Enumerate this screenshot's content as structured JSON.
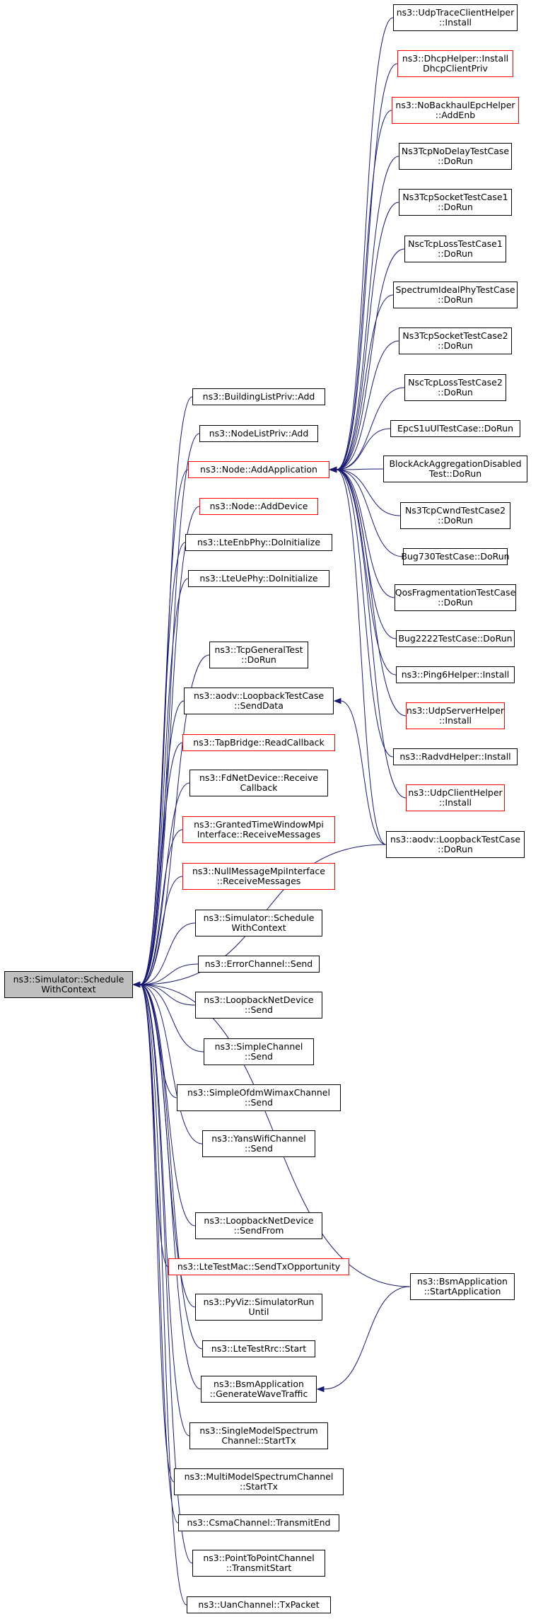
{
  "root": {
    "id": "root",
    "lines": [
      "ns3::Simulator::Schedule",
      "WithContext"
    ],
    "style": "root"
  },
  "callers": [
    {
      "id": "n01",
      "lines": [
        "ns3::BuildingListPriv::Add"
      ],
      "style": "normal"
    },
    {
      "id": "n02",
      "lines": [
        "ns3::NodeListPriv::Add"
      ],
      "style": "normal"
    },
    {
      "id": "n03",
      "lines": [
        "ns3::Node::AddApplication"
      ],
      "style": "red"
    },
    {
      "id": "n04",
      "lines": [
        "ns3::Node::AddDevice"
      ],
      "style": "red"
    },
    {
      "id": "n05",
      "lines": [
        "ns3::LteEnbPhy::DoInitialize"
      ],
      "style": "normal"
    },
    {
      "id": "n06",
      "lines": [
        "ns3::LteUePhy::DoInitialize"
      ],
      "style": "normal"
    },
    {
      "id": "n07",
      "lines": [
        "ns3::TcpGeneralTest",
        "::DoRun"
      ],
      "style": "normal"
    },
    {
      "id": "n08",
      "lines": [
        "ns3::aodv::LoopbackTestCase",
        "::SendData"
      ],
      "style": "normal"
    },
    {
      "id": "n09",
      "lines": [
        "ns3::TapBridge::ReadCallback"
      ],
      "style": "red"
    },
    {
      "id": "n10",
      "lines": [
        "ns3::FdNetDevice::Receive",
        "Callback"
      ],
      "style": "normal"
    },
    {
      "id": "n11",
      "lines": [
        "ns3::GrantedTimeWindowMpi",
        "Interface::ReceiveMessages"
      ],
      "style": "red"
    },
    {
      "id": "n12",
      "lines": [
        "ns3::NullMessageMpiInterface",
        "::ReceiveMessages"
      ],
      "style": "red"
    },
    {
      "id": "n13",
      "lines": [
        "ns3::Simulator::Schedule",
        "WithContext"
      ],
      "style": "normal"
    },
    {
      "id": "n14",
      "lines": [
        "ns3::ErrorChannel::Send"
      ],
      "style": "normal"
    },
    {
      "id": "n15",
      "lines": [
        "ns3::LoopbackNetDevice",
        "::Send"
      ],
      "style": "normal"
    },
    {
      "id": "n16",
      "lines": [
        "ns3::SimpleChannel",
        "::Send"
      ],
      "style": "normal"
    },
    {
      "id": "n17",
      "lines": [
        "ns3::SimpleOfdmWimaxChannel",
        "::Send"
      ],
      "style": "normal"
    },
    {
      "id": "n18",
      "lines": [
        "ns3::YansWifiChannel",
        "::Send"
      ],
      "style": "normal"
    },
    {
      "id": "n19",
      "lines": [
        "ns3::LoopbackNetDevice",
        "::SendFrom"
      ],
      "style": "normal"
    },
    {
      "id": "n20",
      "lines": [
        "ns3::LteTestMac::SendTxOpportunity"
      ],
      "style": "red"
    },
    {
      "id": "n21",
      "lines": [
        "ns3::PyViz::SimulatorRun",
        "Until"
      ],
      "style": "normal"
    },
    {
      "id": "n22",
      "lines": [
        "ns3::LteTestRrc::Start"
      ],
      "style": "normal"
    },
    {
      "id": "n23",
      "lines": [
        "ns3::BsmApplication",
        "::GenerateWaveTraffic"
      ],
      "style": "normal"
    },
    {
      "id": "n24",
      "lines": [
        "ns3::SingleModelSpectrum",
        "Channel::StartTx"
      ],
      "style": "normal"
    },
    {
      "id": "n25",
      "lines": [
        "ns3::MultiModelSpectrumChannel",
        "::StartTx"
      ],
      "style": "normal"
    },
    {
      "id": "n26",
      "lines": [
        "ns3::CsmaChannel::TransmitEnd"
      ],
      "style": "normal"
    },
    {
      "id": "n27",
      "lines": [
        "ns3::PointToPointChannel",
        "::TransmitStart"
      ],
      "style": "normal"
    },
    {
      "id": "n28",
      "lines": [
        "ns3::UanChannel::TxPacket"
      ],
      "style": "normal"
    }
  ],
  "app_callers": [
    {
      "id": "a01",
      "lines": [
        "ns3::UdpTraceClientHelper",
        "::Install"
      ],
      "style": "normal"
    },
    {
      "id": "a02",
      "lines": [
        "ns3::DhcpHelper::Install",
        "DhcpClientPriv"
      ],
      "style": "red"
    },
    {
      "id": "a03",
      "lines": [
        "ns3::NoBackhaulEpcHelper",
        "::AddEnb"
      ],
      "style": "red"
    },
    {
      "id": "a04",
      "lines": [
        "Ns3TcpNoDelayTestCase",
        "::DoRun"
      ],
      "style": "normal"
    },
    {
      "id": "a05",
      "lines": [
        "Ns3TcpSocketTestCase1",
        "::DoRun"
      ],
      "style": "normal"
    },
    {
      "id": "a06",
      "lines": [
        "NscTcpLossTestCase1",
        "::DoRun"
      ],
      "style": "normal"
    },
    {
      "id": "a07",
      "lines": [
        "SpectrumIdealPhyTestCase",
        "::DoRun"
      ],
      "style": "normal"
    },
    {
      "id": "a08",
      "lines": [
        "Ns3TcpSocketTestCase2",
        "::DoRun"
      ],
      "style": "normal"
    },
    {
      "id": "a09",
      "lines": [
        "NscTcpLossTestCase2",
        "::DoRun"
      ],
      "style": "normal"
    },
    {
      "id": "a10",
      "lines": [
        "EpcS1uUlTestCase::DoRun"
      ],
      "style": "normal"
    },
    {
      "id": "a11",
      "lines": [
        "BlockAckAggregationDisabled",
        "Test::DoRun"
      ],
      "style": "normal"
    },
    {
      "id": "a12",
      "lines": [
        "Ns3TcpCwndTestCase2",
        "::DoRun"
      ],
      "style": "normal"
    },
    {
      "id": "a13",
      "lines": [
        "Bug730TestCase::DoRun"
      ],
      "style": "normal"
    },
    {
      "id": "a14",
      "lines": [
        "QosFragmentationTestCase",
        "::DoRun"
      ],
      "style": "normal"
    },
    {
      "id": "a15",
      "lines": [
        "Bug2222TestCase::DoRun"
      ],
      "style": "normal"
    },
    {
      "id": "a16",
      "lines": [
        "ns3::Ping6Helper::Install"
      ],
      "style": "normal"
    },
    {
      "id": "a17",
      "lines": [
        "ns3::UdpServerHelper",
        "::Install"
      ],
      "style": "red"
    },
    {
      "id": "a18",
      "lines": [
        "ns3::RadvdHelper::Install"
      ],
      "style": "normal"
    },
    {
      "id": "a19",
      "lines": [
        "ns3::UdpClientHelper",
        "::Install"
      ],
      "style": "red"
    },
    {
      "id": "a20",
      "lines": [
        "ns3::aodv::LoopbackTestCase",
        "::DoRun"
      ],
      "style": "normal"
    }
  ],
  "other_callers": [
    {
      "id": "b01",
      "lines": [
        "ns3::BsmApplication",
        "::StartApplication"
      ],
      "style": "normal"
    }
  ],
  "edges": [
    [
      "n01",
      "root"
    ],
    [
      "n02",
      "root"
    ],
    [
      "n03",
      "root"
    ],
    [
      "n04",
      "root"
    ],
    [
      "n05",
      "root"
    ],
    [
      "n06",
      "root"
    ],
    [
      "n07",
      "root"
    ],
    [
      "n08",
      "root"
    ],
    [
      "n09",
      "root"
    ],
    [
      "n10",
      "root"
    ],
    [
      "n11",
      "root"
    ],
    [
      "n12",
      "root"
    ],
    [
      "n13",
      "root"
    ],
    [
      "n14",
      "root"
    ],
    [
      "n15",
      "root"
    ],
    [
      "n16",
      "root"
    ],
    [
      "n17",
      "root"
    ],
    [
      "n18",
      "root"
    ],
    [
      "n19",
      "root"
    ],
    [
      "n20",
      "root"
    ],
    [
      "n21",
      "root"
    ],
    [
      "n22",
      "root"
    ],
    [
      "n23",
      "root"
    ],
    [
      "n24",
      "root"
    ],
    [
      "n25",
      "root"
    ],
    [
      "n26",
      "root"
    ],
    [
      "n27",
      "root"
    ],
    [
      "n28",
      "root"
    ],
    [
      "a20",
      "root"
    ],
    [
      "b01",
      "root"
    ],
    [
      "a01",
      "n03"
    ],
    [
      "a02",
      "n03"
    ],
    [
      "a03",
      "n03"
    ],
    [
      "a04",
      "n03"
    ],
    [
      "a05",
      "n03"
    ],
    [
      "a06",
      "n03"
    ],
    [
      "a07",
      "n03"
    ],
    [
      "a08",
      "n03"
    ],
    [
      "a09",
      "n03"
    ],
    [
      "a10",
      "n03"
    ],
    [
      "a11",
      "n03"
    ],
    [
      "a12",
      "n03"
    ],
    [
      "a13",
      "n03"
    ],
    [
      "a14",
      "n03"
    ],
    [
      "a15",
      "n03"
    ],
    [
      "a16",
      "n03"
    ],
    [
      "a17",
      "n03"
    ],
    [
      "a18",
      "n03"
    ],
    [
      "a19",
      "n03"
    ],
    [
      "a20",
      "n03"
    ],
    [
      "a20",
      "n08"
    ],
    [
      "b01",
      "n23"
    ]
  ],
  "colors": {
    "edge": "#191970",
    "normal_border": "#000000",
    "red_border": "#ff0000",
    "root_fill": "#bfbfbf"
  }
}
